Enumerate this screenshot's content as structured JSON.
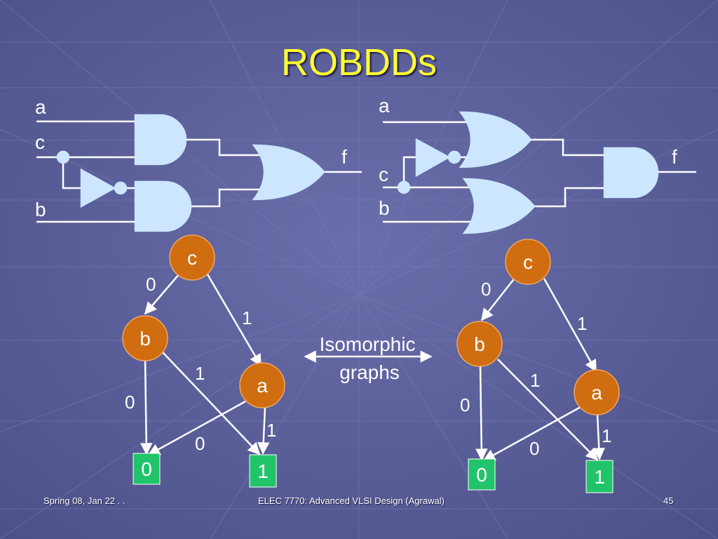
{
  "slide": {
    "title": "ROBDDs",
    "footer_left": "Spring 08, Jan 22 . .",
    "footer_center": "ELEC 7770: Advanced VLSI Design (Agrawal)",
    "footer_right": "45"
  },
  "circuit_left": {
    "input_a": "a",
    "input_c": "c",
    "input_b": "b",
    "output_f": "f"
  },
  "circuit_right": {
    "input_a": "a",
    "input_c": "c",
    "input_b": "b",
    "output_f": "f"
  },
  "bdd_left": {
    "node_c": "c",
    "node_b": "b",
    "node_a": "a",
    "terminal_0": "0",
    "terminal_1": "1",
    "edge_c0": "0",
    "edge_c1": "1",
    "edge_b0": "0",
    "edge_b1": "1",
    "edge_a0": "0",
    "edge_a1": "1"
  },
  "bdd_right": {
    "node_c": "c",
    "node_b": "b",
    "node_a": "a",
    "terminal_0": "0",
    "terminal_1": "1",
    "edge_c0": "0",
    "edge_c1": "1",
    "edge_b0": "0",
    "edge_b1": "1",
    "edge_a0": "0",
    "edge_a1": "1"
  },
  "isomorphic": {
    "line1": "Isomorphic",
    "line2": "graphs"
  },
  "colors": {
    "background": "#5a5e98",
    "title": "#ffff33",
    "gate_fill": "#cce6ff",
    "node_fill": "#d06d10",
    "terminal_fill": "#21c46a"
  }
}
